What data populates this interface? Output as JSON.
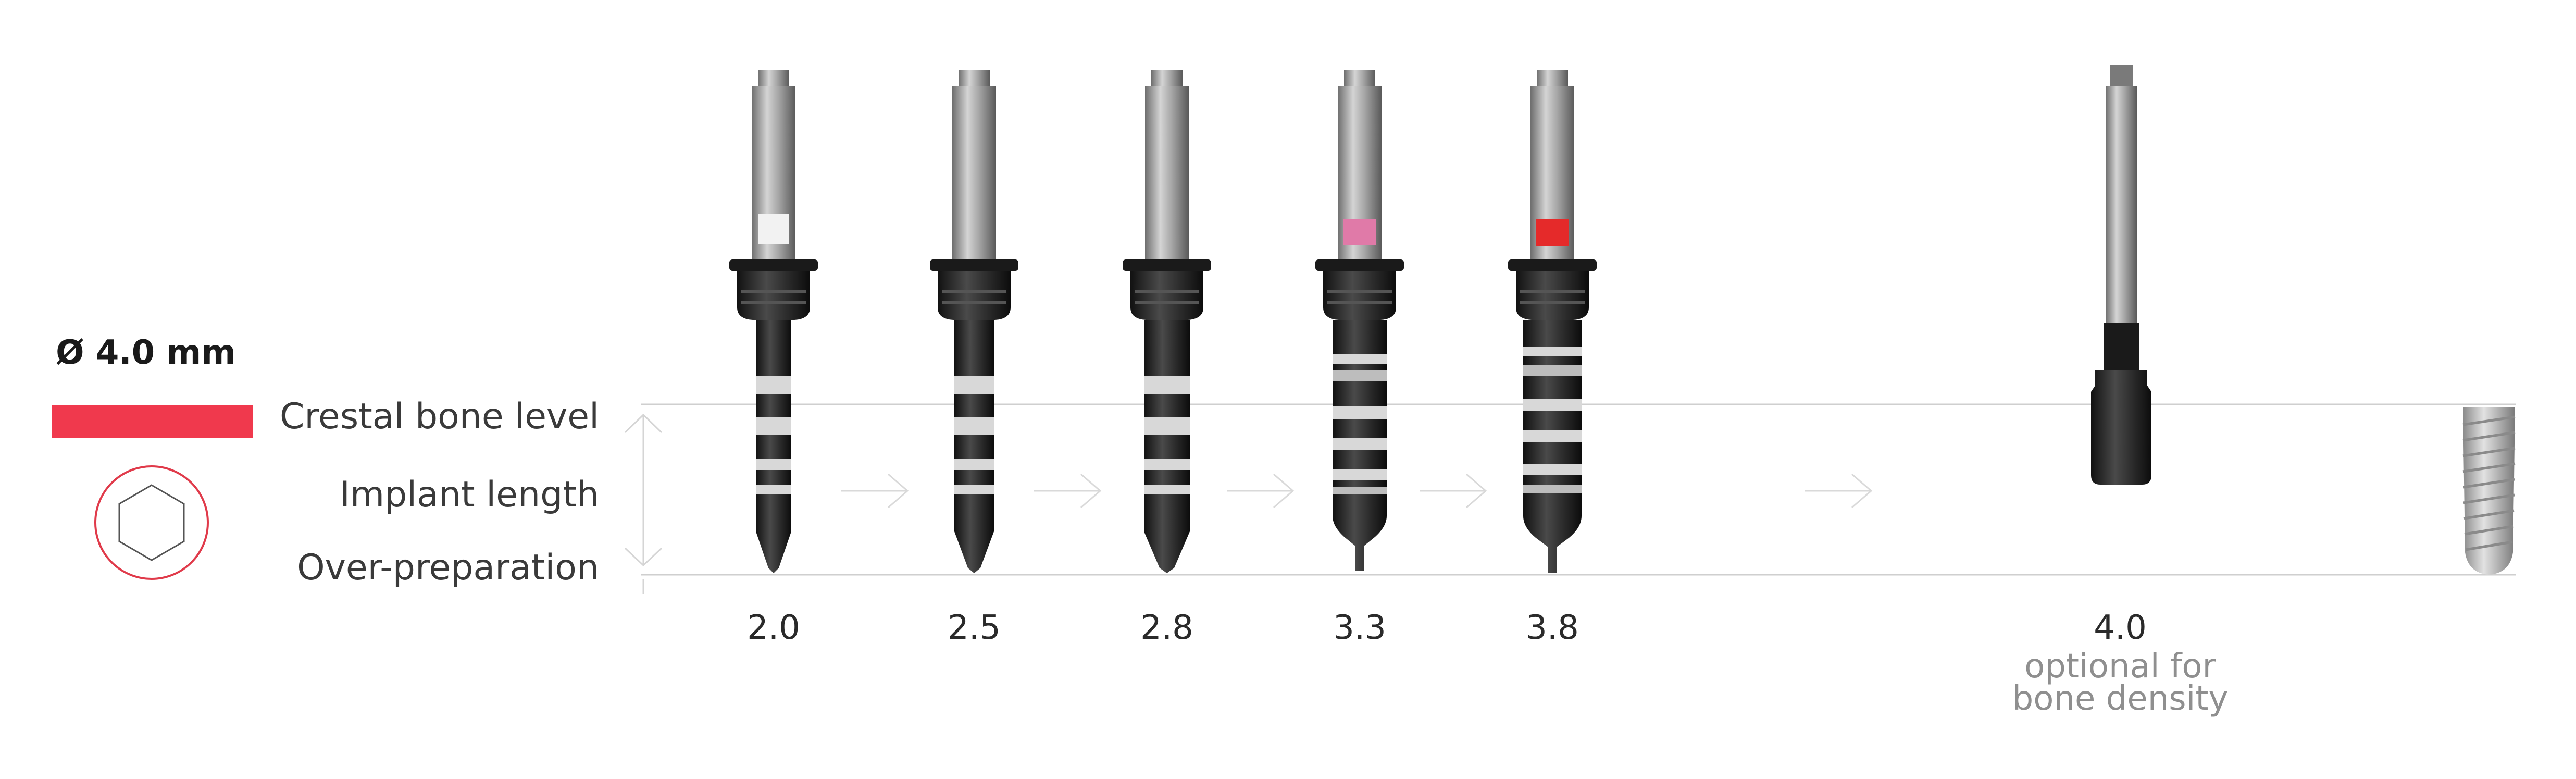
{
  "diameter": {
    "label": "Ø 4.0 mm",
    "color": "#f0394d",
    "platform_icon": "hexagon-connection-icon"
  },
  "levels": {
    "crestal": "Crestal bone level",
    "implant": "Implant length",
    "over": "Over-preparation"
  },
  "drills": [
    {
      "size": "2.0",
      "ring_color": "#f2f2f2",
      "type": "pilot"
    },
    {
      "size": "2.5",
      "ring_color": null,
      "type": "twist"
    },
    {
      "size": "2.8",
      "ring_color": null,
      "type": "twist"
    },
    {
      "size": "3.3",
      "ring_color": "#e07aa8",
      "type": "step"
    },
    {
      "size": "3.8",
      "ring_color": "#e52a2a",
      "type": "step"
    }
  ],
  "optional_drill": {
    "size": "4.0",
    "note_line1": "optional for",
    "note_line2": "bone density",
    "icon": "crestal-drill-icon"
  },
  "implant_icon": "dental-implant-icon",
  "arrow_icon": "arrow-right-icon",
  "colors": {
    "shaft": "#9a9a9a",
    "body": "#2a2a2a",
    "marking": "#d8d8d8",
    "guide_line": "#cfcfcf",
    "arrow": "#d9d9d9"
  }
}
